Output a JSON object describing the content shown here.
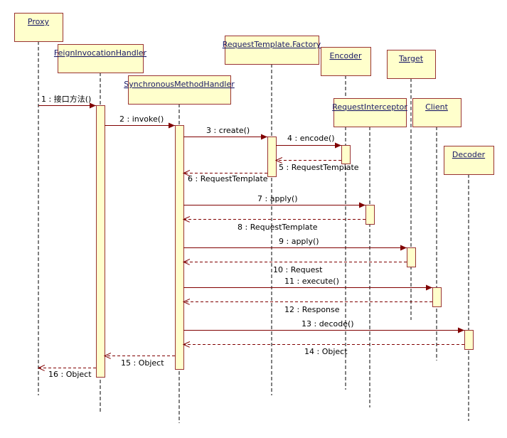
{
  "colors": {
    "box_fill": "#ffffcc",
    "box_stroke": "#993333",
    "arrow": "#800000",
    "lifeline": "#000000",
    "text": "#000000",
    "object_text": "#1a1a66"
  },
  "participants": [
    {
      "id": "proxy",
      "name": "Proxy"
    },
    {
      "id": "feign",
      "name": "FeignInvocationHandler"
    },
    {
      "id": "sync",
      "name": "SynchronousMethodHandler"
    },
    {
      "id": "factory",
      "name": "RequestTemplate.Factory"
    },
    {
      "id": "encoder",
      "name": "Encoder"
    },
    {
      "id": "target",
      "name": "Target"
    },
    {
      "id": "interceptor",
      "name": "RequestInterceptor"
    },
    {
      "id": "client",
      "name": "Client"
    },
    {
      "id": "decoder",
      "name": "Decoder"
    }
  ],
  "messages": [
    {
      "label": "1 : 接口方法()",
      "from": "proxy",
      "to": "feign",
      "type": "call"
    },
    {
      "label": "2 : invoke()",
      "from": "feign",
      "to": "sync",
      "type": "call"
    },
    {
      "label": "3 : create()",
      "from": "sync",
      "to": "factory",
      "type": "call"
    },
    {
      "label": "4 : encode()",
      "from": "factory",
      "to": "encoder",
      "type": "call"
    },
    {
      "label": "5 : RequestTemplate",
      "from": "encoder",
      "to": "factory",
      "type": "return"
    },
    {
      "label": "6 : RequestTemplate",
      "from": "factory",
      "to": "sync",
      "type": "return"
    },
    {
      "label": "7 : apply()",
      "from": "sync",
      "to": "interceptor",
      "type": "call"
    },
    {
      "label": "8 : RequestTemplate",
      "from": "interceptor",
      "to": "sync",
      "type": "return"
    },
    {
      "label": "9 : apply()",
      "from": "sync",
      "to": "target",
      "type": "call"
    },
    {
      "label": "10 : Request",
      "from": "target",
      "to": "sync",
      "type": "return"
    },
    {
      "label": "11 : execute()",
      "from": "sync",
      "to": "client",
      "type": "call"
    },
    {
      "label": "12 : Response",
      "from": "client",
      "to": "sync",
      "type": "return"
    },
    {
      "label": "13 : decode()",
      "from": "sync",
      "to": "decoder",
      "type": "call"
    },
    {
      "label": "14 : Object",
      "from": "decoder",
      "to": "sync",
      "type": "return"
    },
    {
      "label": "15 : Object",
      "from": "sync",
      "to": "feign",
      "type": "return"
    },
    {
      "label": "16 : Object",
      "from": "feign",
      "to": "proxy",
      "type": "return"
    }
  ]
}
